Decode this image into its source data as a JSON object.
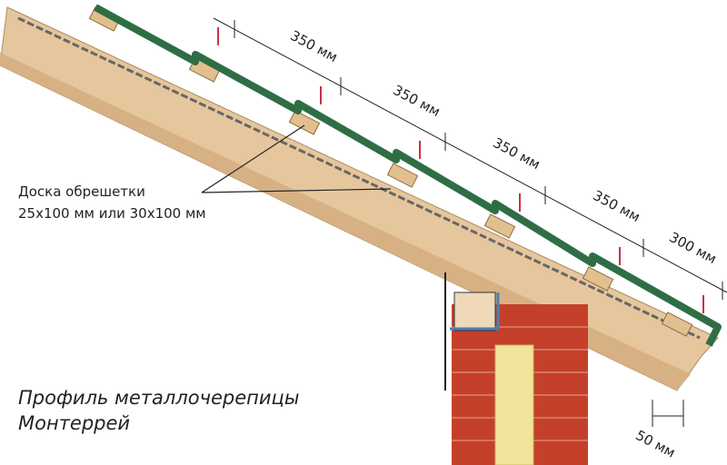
{
  "labels": {
    "batten_line1": "Доска обрешетки",
    "batten_line2": "25x100 мм или 30x100 мм",
    "title_line1": "Профиль металлочерепицы",
    "title_line2": "Монтеррей"
  },
  "dimensions": [
    "350 мм",
    "350 мм",
    "350 мм",
    "350 мм",
    "300 мм"
  ],
  "overhang_dimension": "50 мм",
  "colors": {
    "tile": "#2f6e45",
    "wood": "#e8c9a0",
    "brick": "#c4402b",
    "insulation": "#f2e49a"
  }
}
